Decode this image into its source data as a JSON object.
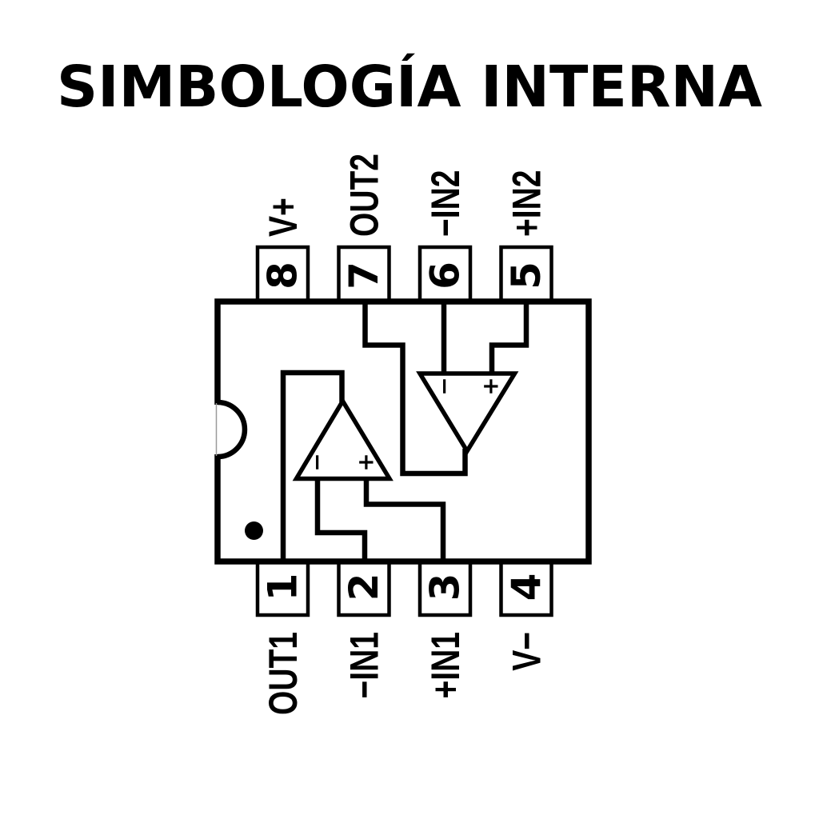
{
  "title": "SIMBOLOGÍA INTERNA",
  "colors": {
    "ink": "#000000",
    "background": "#ffffff"
  },
  "chip": {
    "top_pins": [
      {
        "number": "8",
        "label": "V+"
      },
      {
        "number": "7",
        "label": "OUT2"
      },
      {
        "number": "6",
        "label": "−IN2"
      },
      {
        "number": "5",
        "label": "+IN2"
      }
    ],
    "bottom_pins": [
      {
        "number": "1",
        "label": "OUT1"
      },
      {
        "number": "2",
        "label": "−IN1"
      },
      {
        "number": "3",
        "label": "+IN1"
      },
      {
        "number": "4",
        "label": "V−"
      }
    ],
    "opamps": [
      {
        "inverting_label": "−",
        "noninverting_label": "+"
      },
      {
        "inverting_label": "−",
        "noninverting_label": "+"
      }
    ]
  }
}
